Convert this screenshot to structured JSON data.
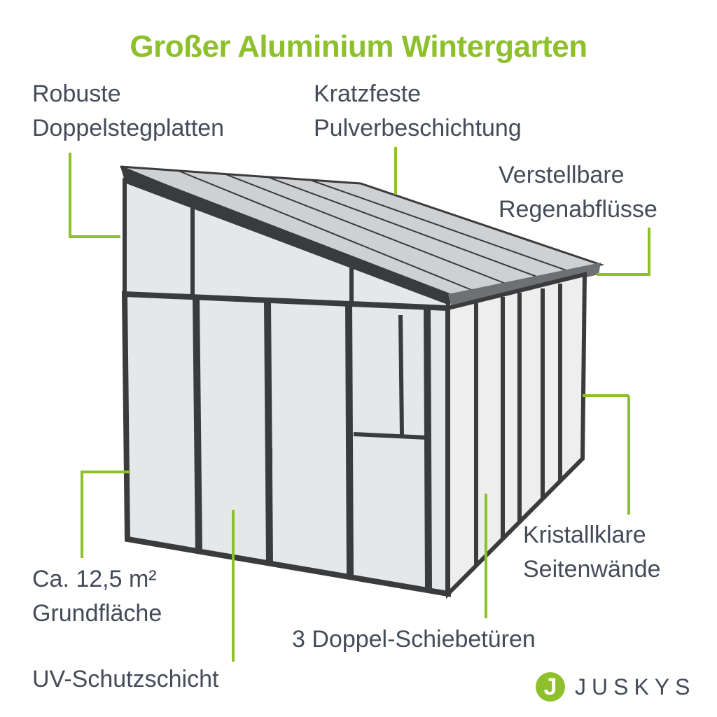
{
  "title": "Großer Aluminium Wintergarten",
  "colors": {
    "accent_green": "#8dc02b",
    "text_gray": "#454b58",
    "frame_dark": "#3a3b3d",
    "glass": "#e6e7e8",
    "background": "#ffffff"
  },
  "features": [
    {
      "lines": [
        "Robuste",
        "Doppelstegplatten"
      ]
    },
    {
      "lines": [
        "Kratzfeste",
        "Pulverbeschichtung"
      ]
    },
    {
      "lines": [
        "Verstellbare",
        "Regenabflüsse"
      ]
    },
    {
      "lines": [
        "Kristallklare",
        "Seitenwände"
      ]
    },
    {
      "lines": [
        "Ca. 12,5 m²",
        "Grundfläche"
      ]
    },
    {
      "lines": [
        "3 Doppel-Schiebetüren"
      ]
    },
    {
      "lines": [
        "UV-Schutzschicht"
      ]
    }
  ],
  "brand": {
    "logo_letter": "J",
    "name": "JUSKYS"
  }
}
